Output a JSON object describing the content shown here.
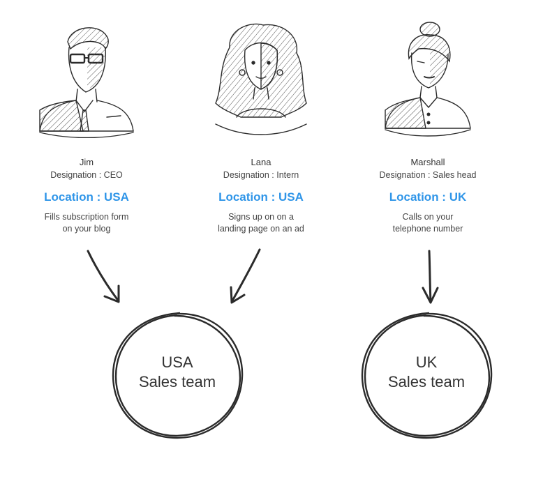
{
  "personas": [
    {
      "name": "Jim",
      "designation": "Designation : CEO",
      "location": "Location : USA",
      "action_line1": "Fills subscription form",
      "action_line2": "on your blog",
      "icon": "man-with-glasses-sketch"
    },
    {
      "name": "Lana",
      "designation": "Designation : Intern",
      "location": "Location : USA",
      "action_line1": "Signs up on on a",
      "action_line2": "landing page on an ad",
      "icon": "woman-with-curly-hair-sketch"
    },
    {
      "name": "Marshall",
      "designation": "Designation : Sales head",
      "location": "Location : UK",
      "action_line1": "Calls on your",
      "action_line2": "telephone number",
      "icon": "woman-with-hair-bun-sketch"
    }
  ],
  "teams": [
    {
      "line1": "USA",
      "line2": "Sales team"
    },
    {
      "line1": "UK",
      "line2": "Sales team"
    }
  ],
  "colors": {
    "location_accent": "#2f95e8",
    "sketch_stroke": "#2b2b2b",
    "text": "#3a3a3a"
  }
}
